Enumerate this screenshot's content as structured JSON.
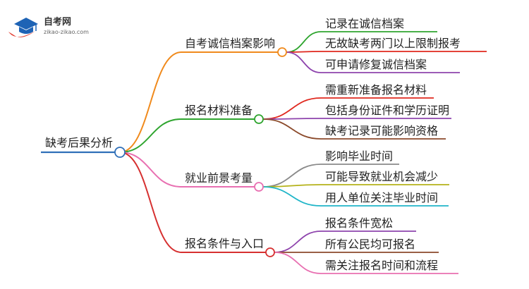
{
  "logo": {
    "name": "自考网",
    "url_text": "zikao-zikao.com",
    "colors": {
      "cap": "#1e63b5",
      "swoosh": "#e23b2e",
      "text": "#333333"
    }
  },
  "root": {
    "label": "缺考后果分析",
    "color": "#2f6fb8"
  },
  "branches": [
    {
      "label": "自考诚信档案影响",
      "color": "#f08a1c",
      "children": [
        {
          "label": "记录在诚信档案",
          "color": "#2fa52f"
        },
        {
          "label": "无故缺考两门以上限制报考",
          "color": "#e0281e"
        },
        {
          "label": "可申请修复诚信档案",
          "color": "#8e44ad"
        }
      ]
    },
    {
      "label": "报名材料准备",
      "color": "#2fa52f",
      "children": [
        {
          "label": "需重新准备报名材料",
          "color": "#e0281e"
        },
        {
          "label": "包括身份证件和学历证明",
          "color": "#8e44ad"
        },
        {
          "label": "缺考记录可能影响资格",
          "color": "#8b4a2b"
        }
      ]
    },
    {
      "label": "就业前景考量",
      "color": "#e86fb1",
      "children": [
        {
          "label": "影响毕业时间",
          "color": "#8a8a8a"
        },
        {
          "label": "可能导致就业机会减少",
          "color": "#b5b21a"
        },
        {
          "label": "用人单位关注毕业时间",
          "color": "#1fb5c8"
        }
      ]
    },
    {
      "label": "报名条件与入口",
      "color": "#d63030",
      "children": [
        {
          "label": "报名条件宽松",
          "color": "#8e44ad"
        },
        {
          "label": "所有公民均可报名",
          "color": "#8b4a2b"
        },
        {
          "label": "需关注报名时间和流程",
          "color": "#e86fb1"
        }
      ]
    }
  ]
}
